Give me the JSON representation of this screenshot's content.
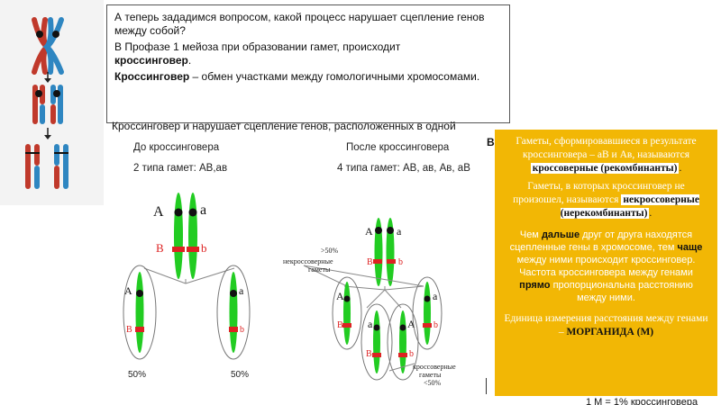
{
  "top_box": {
    "line1": "А теперь зададимся вопросом, какой процесс нарушает сцепление генов между собой?",
    "line2": "В Профазе 1 мейоза при образовании гамет, происходит",
    "line2_bold": "кроссинговер",
    "line2_end": ".",
    "line3_bold": "Кроссинговер",
    "line3_rest": " – обмен участками между гомологичными хромосомами.",
    "line4_cut": "Кроссинговер и нарушает сцепление генов, расположенных в одной"
  },
  "stray_mark": "В.",
  "diagram": {
    "before_title": "До кроссинговера",
    "before_gametes": "2 типа гамет: АВ,ав",
    "after_title": "После кроссинговера",
    "after_gametes": "4 типа гамет: АВ, ав, Ав, аВ",
    "gene_A": "A",
    "gene_a": "a",
    "gene_B": "B",
    "gene_b": "b",
    "pct_left": "50%",
    "pct_right": "50%",
    "gt50": ">50%",
    "noncross_label_1": "некроссоверные",
    "noncross_label_2": "гаметы",
    "cross_label_1": "кроссоверные",
    "cross_label_2": "гаметы",
    "lt50": "<50%"
  },
  "info_box": {
    "p1_a": "Гаметы, сформировавшиеся в результате кроссинговера – аВ и Ав, называются ",
    "p1_bold": "кроссоверные (рекомбинанты)",
    "p1_end": ".",
    "p2_a": "Гаметы, в которых кроссинговер не произошел, называются ",
    "p2_bold": "некроссоверные (нерекомбинанты)",
    "p2_end": ".",
    "p3_a": "Чем ",
    "p3_b1": "дальше",
    "p3_b": " друг от друга находятся сцепленные гены в хромосоме, тем ",
    "p3_b2": "чаще",
    "p3_c": " между ними происходит кроссинговер. Частота кроссинговера между генами ",
    "p3_b3": "прямо",
    "p3_d": " пропорциональна расстоянию между ними.",
    "p4_a": "Единица измерения расстояния между генами – ",
    "p4_bold": "МОРГАНИДА (М)"
  },
  "bottom_cut": "1 М = 1% кроссинговера",
  "colors": {
    "chromosome": "#22cc22",
    "gene_marker": "#dd2222",
    "centromere": "#111111",
    "info_bg": "#f2b705",
    "red_chromatid": "#c0392b",
    "blue_chromatid": "#2e86c1"
  }
}
